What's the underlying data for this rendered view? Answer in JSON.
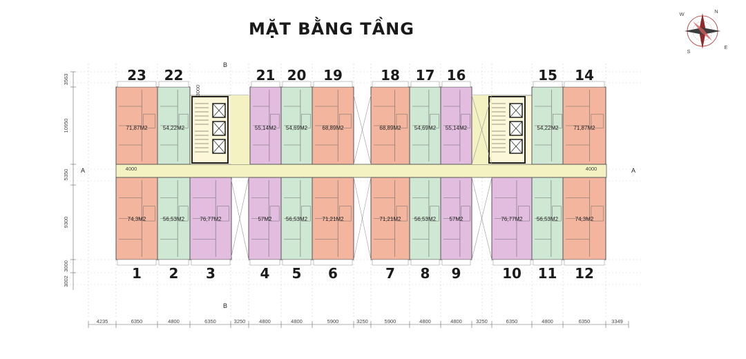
{
  "title": "MẶT BẰNG TẦNG",
  "units_top": [
    {
      "num": "23",
      "area": "71,87M2",
      "color": "#f4b59e"
    },
    {
      "num": "22",
      "area": "54,22M2",
      "color": "#cfe8d3"
    },
    {
      "num": "21",
      "area": "55,14M2",
      "color": "#e3bde0"
    },
    {
      "num": "20",
      "area": "54,69M2",
      "color": "#cfe8d3"
    },
    {
      "num": "19",
      "area": "68,89M2",
      "color": "#f4b59e"
    },
    {
      "num": "18",
      "area": "68,89M2",
      "color": "#f4b59e"
    },
    {
      "num": "17",
      "area": "54,69M2",
      "color": "#cfe8d3"
    },
    {
      "num": "16",
      "area": "55,14M2",
      "color": "#e3bde0"
    },
    {
      "num": "15",
      "area": "54,22M2",
      "color": "#cfe8d3"
    },
    {
      "num": "14",
      "area": "71,87M2",
      "color": "#f4b59e"
    }
  ],
  "units_bottom": [
    {
      "num": "1",
      "area": "74,3M2",
      "color": "#f4b59e"
    },
    {
      "num": "2",
      "area": "56,53M2",
      "color": "#cfe8d3"
    },
    {
      "num": "3",
      "area": "76,77M2",
      "color": "#e3bde0"
    },
    {
      "num": "4",
      "area": "57M2",
      "color": "#e3bde0"
    },
    {
      "num": "5",
      "area": "56,53M2",
      "color": "#cfe8d3"
    },
    {
      "num": "6",
      "area": "71,21M2",
      "color": "#f4b59e"
    },
    {
      "num": "7",
      "area": "71,21M2",
      "color": "#f4b59e"
    },
    {
      "num": "8",
      "area": "56,53M2",
      "color": "#cfe8d3"
    },
    {
      "num": "9",
      "area": "57M2",
      "color": "#e3bde0"
    },
    {
      "num": "10",
      "area": "76,77M2",
      "color": "#e3bde0"
    },
    {
      "num": "11",
      "area": "56,53M2",
      "color": "#cfe8d3"
    },
    {
      "num": "12",
      "area": "74,3M2",
      "color": "#f4b59e"
    }
  ],
  "bottom_dims": [
    "4235",
    "6350",
    "4800",
    "6350",
    "3250",
    "4800",
    "4800",
    "5900",
    "3250",
    "5900",
    "4800",
    "4800",
    "3250",
    "6350",
    "4800",
    "6350",
    "3349"
  ],
  "left_dims": [
    "3563",
    "10950",
    "5350",
    "9300",
    "3000",
    "3002"
  ],
  "axis_labels": {
    "a": "A",
    "b": "B"
  },
  "small_dims": {
    "d1": "3000",
    "d2": "4000"
  },
  "compass": {
    "n": "N",
    "s": "S",
    "e": "E",
    "w": "W"
  },
  "colors": {
    "corridor": "#f4f2c2",
    "core": "#fbf7d8",
    "line": "#555555",
    "peach": "#f4b59e",
    "green": "#cfe8d3",
    "pink": "#e3bde0"
  }
}
